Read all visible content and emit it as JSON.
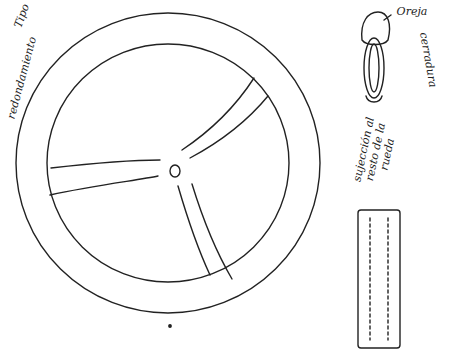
{
  "diagram": {
    "labels": [
      "Tipo",
      "redondamiento",
      "Oreja",
      "cerradura",
      "sujección al resto de la rueda"
    ]
  }
}
